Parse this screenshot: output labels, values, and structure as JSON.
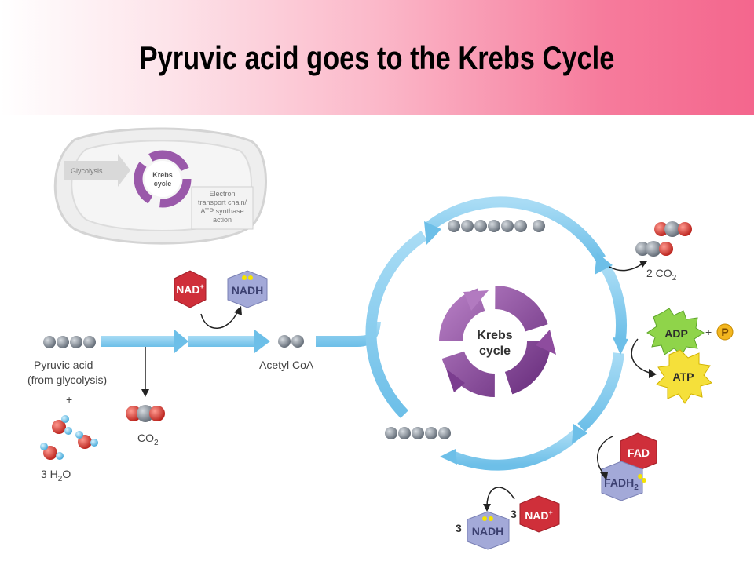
{
  "title": "Pyruvic acid goes to the Krebs Cycle",
  "inset": {
    "glycolysis": "Glycolysis",
    "krebs_line1": "Krebs",
    "krebs_line2": "cycle",
    "etc_line1": "Electron",
    "etc_line2": "transport chain/",
    "etc_line3": "ATP synthase",
    "etc_line4": "action"
  },
  "left": {
    "pyruvic_line1": "Pyruvic acid",
    "pyruvic_line2": "(from glycolysis)",
    "plus": "+",
    "water_prefix": "3 H",
    "water_sub": "2",
    "water_suffix": "O",
    "co2_main": "CO",
    "co2_sub": "2",
    "nad": "NAD",
    "nad_sup": "+",
    "nadh": "NADH",
    "acetyl": "Acetyl CoA"
  },
  "cycle": {
    "center_line1": "Krebs",
    "center_line2": "cycle"
  },
  "right": {
    "co2_prefix": "2 CO",
    "co2_sub": "2",
    "adp": "ADP",
    "plus": "+",
    "p": "P",
    "atp": "ATP",
    "fad": "FAD",
    "fadh": "FADH",
    "fadh_sub": "2",
    "nad3_count": "3",
    "nad3": "NAD",
    "nad3_sup": "+",
    "nadh3_count": "3",
    "nadh3": "NADH"
  },
  "colors": {
    "arrow_blue": "#7cc8ec",
    "cycle_purple": "#8e4c9e",
    "nad_red": "#d0303c",
    "nadh_lavender": "#9fa6d6",
    "adp_green": "#8fd44a",
    "atp_yellow": "#f5e03a",
    "carbon_gray": "#7d8691",
    "oxygen_red": "#d8322c"
  }
}
